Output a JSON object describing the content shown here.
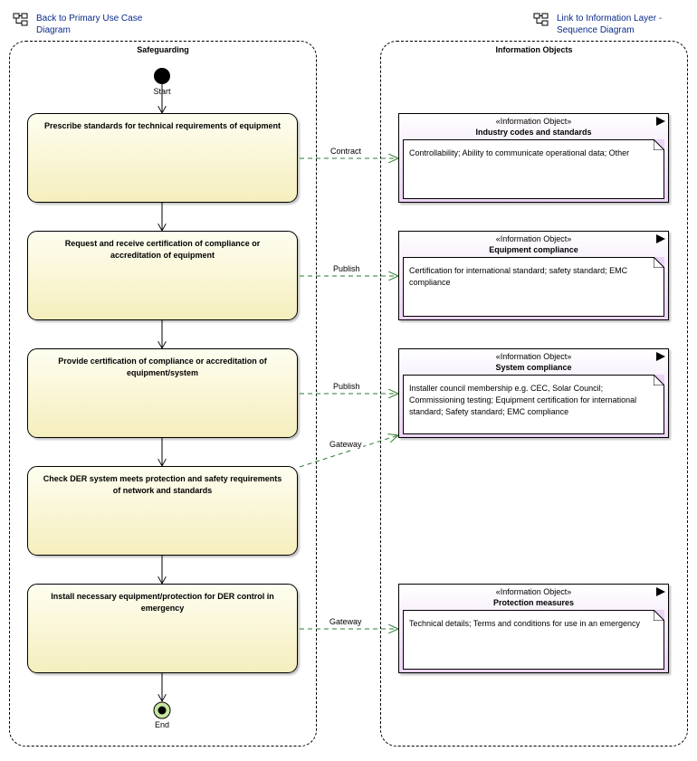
{
  "links": {
    "back": "Back to Primary Use Case Diagram",
    "forward": "Link to Information Layer - Sequence Diagram"
  },
  "lanes": {
    "left": "Safeguarding",
    "right": "Information Objects"
  },
  "nodes": {
    "start": "Start",
    "end": "End"
  },
  "activities": [
    "Prescribe standards for technical requirements of equipment",
    "Request and receive certification of compliance or accreditation of equipment",
    "Provide certification of compliance or accreditation of equipment/system",
    "Check DER system meets protection and safety requirements of network and standards",
    "Install necessary equipment/protection for DER control in emergency"
  ],
  "info_objects": [
    {
      "stereotype": "«Information Object»",
      "name": "Industry codes and standards",
      "note": "Controllability; Ability to communicate operational data; Other"
    },
    {
      "stereotype": "«Information Object»",
      "name": "Equipment compliance",
      "note": "Certification for international standard; safety standard; EMC compliance"
    },
    {
      "stereotype": "«Information Object»",
      "name": "System compliance",
      "note": "Installer council membership e.g. CEC, Solar Council; Commissioning testing; Equipment certification for international standard; Safety standard; EMC compliance"
    },
    {
      "stereotype": "«Information Object»",
      "name": "Protection measures",
      "note": "Technical details; Terms and conditions for use in an emergency"
    }
  ],
  "connectors": [
    "Contract",
    "Publish",
    "Publish",
    "Gateway",
    "Gateway"
  ],
  "colors": {
    "activity_fill": "#f5eebd",
    "info_fill": "#ebd4f5",
    "connector": "#2e7d32",
    "link_text": "#0a2a8a",
    "end_fill": "#c8e6a0"
  }
}
